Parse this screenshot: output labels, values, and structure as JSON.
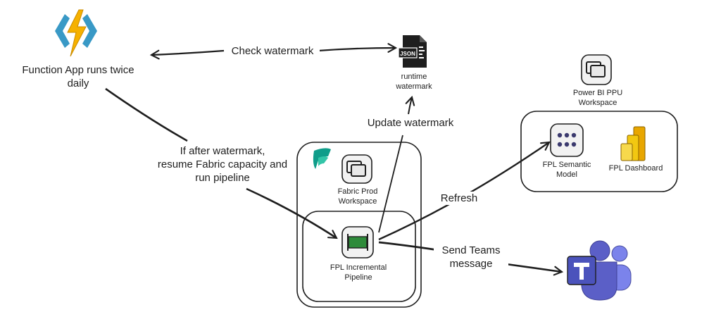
{
  "nodes": {
    "function_app": {
      "line1": "Function App runs twice",
      "line2": "daily",
      "icon": "azure-function-icon",
      "color": "#f6b100"
    },
    "runtime_watermark": {
      "line1": "runtime",
      "line2": "watermark",
      "badge": "JSON",
      "icon": "json-file-icon"
    },
    "fabric_workspace": {
      "line1": "Fabric Prod",
      "line2": "Workspace",
      "icon": "fabric-workspace-icon"
    },
    "pipeline": {
      "line1": "FPL Incremental",
      "line2": "Pipeline",
      "icon": "pipeline-icon",
      "color": "#2e8b3a"
    },
    "powerbi_workspace": {
      "line1": "Power BI PPU",
      "line2": "Workspace",
      "icon": "powerbi-workspace-icon"
    },
    "semantic_model": {
      "line1": "FPL Semantic",
      "line2": "Model",
      "icon": "semantic-model-icon"
    },
    "dashboard": {
      "label": "FPL Dashboard",
      "icon": "powerbi-report-icon",
      "color": "#f2c811"
    },
    "teams": {
      "icon": "microsoft-teams-icon",
      "color": "#5b5fc7"
    },
    "fabric_logo": {
      "icon": "fabric-logo-icon",
      "color": "#0f9d8a"
    }
  },
  "edges": {
    "check_watermark": "Check watermark",
    "update_watermark": "Update watermark",
    "resume": {
      "line1": "If after watermark,",
      "line2": "resume Fabric capacity and",
      "line3": "run pipeline"
    },
    "refresh": "Refresh",
    "send_teams": {
      "line1": "Send Teams",
      "line2": "message"
    }
  }
}
